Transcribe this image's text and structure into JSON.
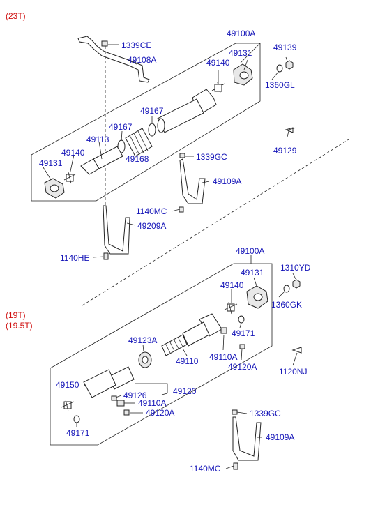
{
  "variants": {
    "top": "(23T)",
    "bottom_1": "(19T)",
    "bottom_2": "(19.5T)"
  },
  "callouts_top": {
    "p1339CE": "1339CE",
    "p49108A": "49108A",
    "p49100A": "49100A",
    "p49131a": "49131",
    "p49139": "49139",
    "p49140a": "49140",
    "p1360GL": "1360GL",
    "p49167a": "49167",
    "p49167b": "49167",
    "p49113": "49113",
    "p49140b": "49140",
    "p49131b": "49131",
    "p49168": "49168",
    "p49129": "49129",
    "p1339GC": "1339GC",
    "p49109A": "49109A",
    "p1140MC": "1140MC",
    "p49209A": "49209A",
    "p1140HE": "1140HE"
  },
  "callouts_bottom": {
    "p49100A": "49100A",
    "p49131": "49131",
    "p1310YD": "1310YD",
    "p49140": "49140",
    "p1360GK": "1360GK",
    "p49171a": "49171",
    "p49123A": "49123A",
    "p49110": "49110",
    "p49110Aa": "49110A",
    "p49120Aa": "49120A",
    "p1120NJ": "1120NJ",
    "p49150": "49150",
    "p49126": "49126",
    "p49120": "49120",
    "p49110Ab": "49110A",
    "p49120Ab": "49120A",
    "p49171b": "49171",
    "p1339GC": "1339GC",
    "p49109A": "49109A",
    "p1140MC": "1140MC"
  }
}
